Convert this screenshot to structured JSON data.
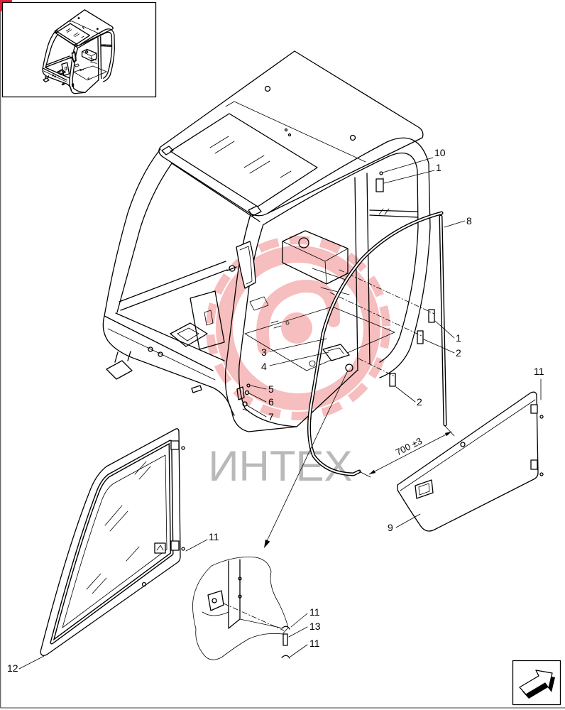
{
  "document": {
    "watermark_text": "ИНТЕХ",
    "dimension_label": "700 ±3"
  },
  "callouts": [
    "10",
    "1",
    "8",
    "1",
    "2",
    "2",
    "3",
    "4",
    "5",
    "6",
    "7",
    "11",
    "9",
    "11",
    "11",
    "13",
    "11",
    "12"
  ],
  "icons": {
    "next_page": "arrow-right-icon",
    "corner_badge": "red-circle-badge"
  },
  "colors": {
    "line": "#000000",
    "watermark_logo": "#f08a8a",
    "watermark_text": "#b9b9b9",
    "corner_badge": "#e11d3a",
    "background": "#ffffff"
  }
}
